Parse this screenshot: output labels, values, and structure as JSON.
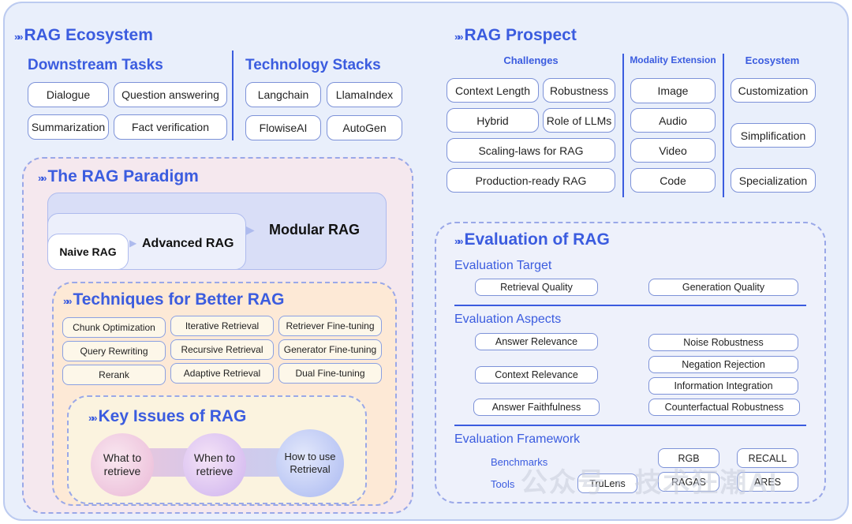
{
  "ecosystem": {
    "title": "RAG Ecosystem",
    "downstream": {
      "title": "Downstream Tasks",
      "items": [
        "Dialogue",
        "Question answering",
        "Summarization",
        "Fact verification"
      ]
    },
    "stacks": {
      "title": "Technology Stacks",
      "items": [
        "Langchain",
        "LlamaIndex",
        "FlowiseAI",
        "AutoGen"
      ]
    }
  },
  "prospect": {
    "title": "RAG Prospect",
    "challenges": {
      "title": "Challenges",
      "items": [
        "Context Length",
        "Robustness",
        "Hybrid",
        "Role of LLMs",
        "Scaling-laws for RAG",
        "Production-ready RAG"
      ]
    },
    "modality": {
      "title": "Modality Extension",
      "items": [
        "Image",
        "Audio",
        "Video",
        "Code"
      ]
    },
    "eco": {
      "title": "Ecosystem",
      "items": [
        "Customization",
        "Simplification",
        "Specialization"
      ]
    }
  },
  "paradigm": {
    "title": "The RAG Paradigm",
    "modular": "Modular RAG",
    "advanced": "Advanced RAG",
    "naive": "Naive RAG"
  },
  "techniques": {
    "title": "Techniques for Better RAG",
    "items": [
      "Chunk Optimization",
      "Iterative Retrieval",
      "Retriever Fine-tuning",
      "Query Rewriting",
      "Recursive Retrieval",
      "Generator Fine-tuning",
      "Rerank",
      "Adaptive Retrieval",
      "Dual Fine-tuning"
    ]
  },
  "key_issues": {
    "title": "Key Issues of RAG",
    "items": [
      "What to retrieve",
      "When to retrieve",
      "How to use Retrieval"
    ]
  },
  "evaluation": {
    "title": "Evaluation of RAG",
    "target": {
      "title": "Evaluation Target",
      "items": [
        "Retrieval Quality",
        "Generation Quality"
      ]
    },
    "aspects": {
      "title": "Evaluation Aspects",
      "items": [
        "Answer Relevance",
        "Noise Robustness",
        "Negation Rejection",
        "Context Relevance",
        "Information Integration",
        "Answer Faithfulness",
        "Counterfactual Robustness"
      ]
    },
    "framework": {
      "title": "Evaluation Framework",
      "benchmarks_label": "Benchmarks",
      "tools_label": "Tools",
      "items": [
        "RGB",
        "RECALL",
        "TruLens",
        "RAGAS",
        "ARES"
      ]
    }
  },
  "watermark": "公众号 · 技术狂潮AI",
  "colors": {
    "accent": "#3b5cdf",
    "frame": "#e9effb",
    "paradigm_bg": "#f5e8ee",
    "techniques_bg": "#fde9d6",
    "issues_bg": "#fbf3df"
  },
  "icons": [
    "double-chevron-icon"
  ]
}
